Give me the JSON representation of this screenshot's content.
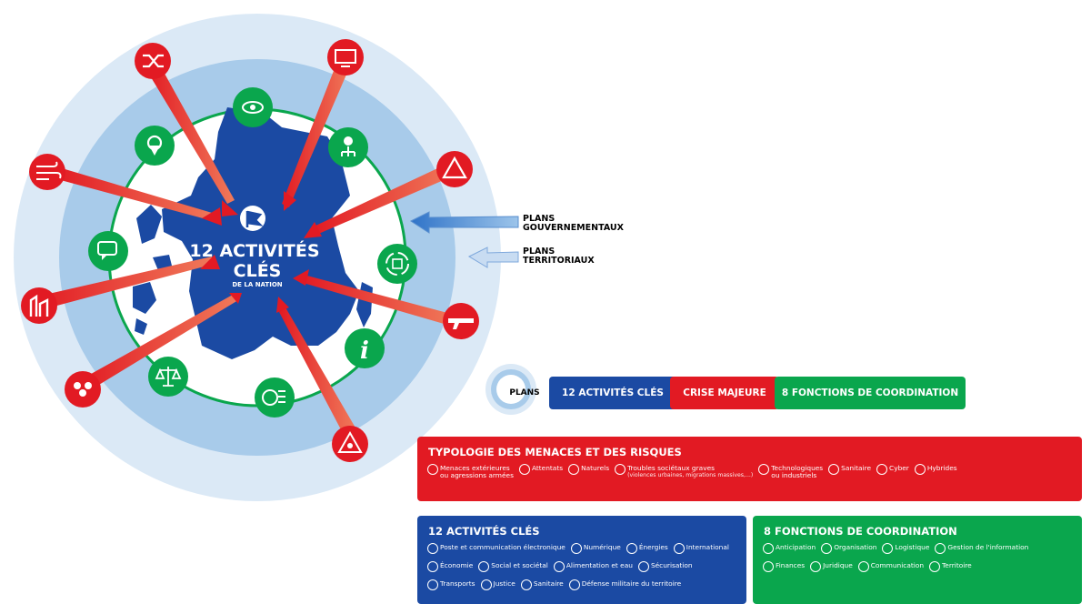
{
  "center": {
    "line1": "12 ACTIVITÉS",
    "line2": "CLÉS",
    "line3": "DE LA NATION"
  },
  "plans_labels": {
    "gouvernementaux": [
      "PLANS",
      "GOUVERNEMENTAUX"
    ],
    "territoriaux": [
      "PLANS",
      "TERRITORIAUX"
    ]
  },
  "legend": {
    "plans": "PLANS",
    "activites": "12 ACTIVITÉS CLÉS",
    "crise": "CRISE MAJEURE",
    "fonctions": "8 FONCTIONS DE COORDINATION"
  },
  "colors": {
    "blue": "#1b4aa3",
    "red": "#e21a23",
    "green": "#0aa64d",
    "light_blue": "#d6e8f6",
    "mid_blue": "#a9cbea"
  },
  "green_icons": [
    "eye-icon",
    "location-pin-icon",
    "org-chart-icon",
    "chat-icon",
    "recycle-box-icon",
    "info-icon",
    "coins-icon",
    "scales-icon"
  ],
  "red_icons": [
    "shuffle-icon",
    "computer-virus-icon",
    "wind-icon",
    "factory-icon",
    "crowd-icon",
    "warning-triangle-icon",
    "rifle-icon",
    "biohazard-icon"
  ],
  "menaces": {
    "title": "TYPOLOGIE DES MENACES ET DES RISQUES",
    "items": [
      {
        "label": "Menaces extérieures",
        "label2": "ou agressions armées"
      },
      {
        "label": "Attentats"
      },
      {
        "label": "Naturels"
      },
      {
        "label": "Troubles sociétaux graves",
        "sub": "(violences urbaines, migrations massives,...)"
      },
      {
        "label": "Technologiques",
        "label2": "ou industriels"
      },
      {
        "label": "Sanitaire"
      },
      {
        "label": "Cyber"
      },
      {
        "label": "Hybrides"
      }
    ]
  },
  "activites": {
    "title": "12 ACTIVITÉS CLÉS",
    "rows": [
      [
        "Poste et communication électronique",
        "Numérique",
        "Énergies",
        "International"
      ],
      [
        "Économie",
        "Social et sociétal",
        "Alimentation et eau",
        "Sécurisation"
      ],
      [
        "Transports",
        "Justice",
        "Sanitaire",
        "Défense militaire du territoire"
      ]
    ]
  },
  "fonctions": {
    "title": "8 FONCTIONS DE COORDINATION",
    "rows": [
      [
        "Anticipation",
        "Organisation",
        "Logistique",
        "Gestion de l'information"
      ],
      [
        "Finances",
        "Juridique",
        "Communication",
        "Territoire"
      ]
    ]
  }
}
